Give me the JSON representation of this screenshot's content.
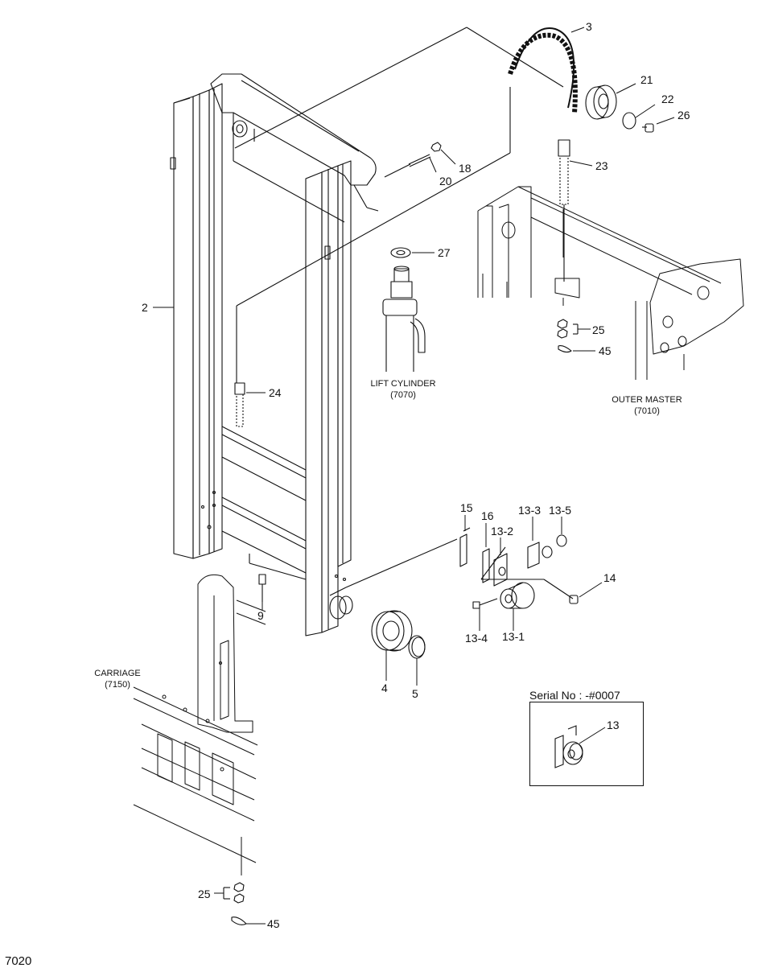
{
  "callouts": {
    "p3": "3",
    "p21": "21",
    "p22": "22",
    "p26": "26",
    "p18": "18",
    "p20": "20",
    "p23": "23",
    "p27": "27",
    "p2": "2",
    "p24": "24",
    "p25a": "25",
    "p45a": "45",
    "p15": "15",
    "p16": "16",
    "p13_2": "13-2",
    "p13_3": "13-3",
    "p13_5": "13-5",
    "p14": "14",
    "p9": "9",
    "p13_4": "13-4",
    "p13_1": "13-1",
    "p4": "4",
    "p5": "5",
    "p13": "13",
    "p25b": "25",
    "p45b": "45"
  },
  "captions": {
    "lift_cylinder": {
      "name": "LIFT CYLINDER",
      "code": "(7070)"
    },
    "outer_master": {
      "name": "OUTER MASTER",
      "code": "(7010)"
    },
    "carriage": {
      "name": "CARRIAGE",
      "code": "(7150)"
    }
  },
  "inset": {
    "serial_label": "Serial No : -#0007"
  },
  "figure_number": "7020"
}
